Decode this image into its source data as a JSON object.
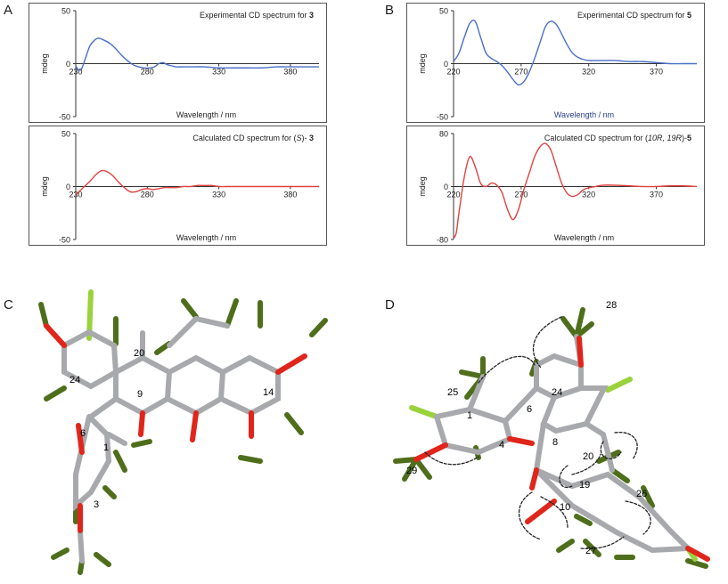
{
  "panels": {
    "A": "A",
    "B": "B",
    "C": "C",
    "D": "D"
  },
  "chart_data": [
    {
      "type": "line",
      "title": "Experimental CD spectrum for ",
      "title_bold": "3",
      "ylabel": "mdeg",
      "xlabel": "Wavelength / nm",
      "xlim": [
        230,
        400
      ],
      "ylim": [
        -50,
        50
      ],
      "xticks": [
        "230",
        "280",
        "330",
        "380"
      ],
      "xtick_values": [
        230,
        280,
        330,
        380
      ],
      "yticks": [
        "50",
        "0",
        "-50"
      ],
      "ytick_values": [
        50,
        0,
        -50
      ],
      "color": "#4a6fc9",
      "x": [
        230,
        232,
        234,
        236,
        238,
        240,
        243,
        246,
        250,
        254,
        258,
        262,
        266,
        270,
        274,
        278,
        282,
        285,
        288,
        291,
        294,
        297,
        300,
        305,
        310,
        320,
        330,
        340,
        350,
        360,
        370,
        380,
        390,
        400
      ],
      "y": [
        -2,
        -6,
        -5,
        2,
        10,
        17,
        22,
        24,
        22,
        19,
        14,
        8,
        3,
        -1,
        -3,
        -4,
        -4,
        -3,
        0,
        1,
        -1,
        -2,
        -3,
        -3,
        -3,
        -3,
        -4,
        -4,
        -4,
        -4,
        -3,
        -3,
        -3,
        -3
      ]
    },
    {
      "type": "line",
      "title": "Calculated CD spectrum for (",
      "title_italic": "S",
      "title_rest": ")- ",
      "title_bold": "3",
      "ylabel": "mdeg",
      "xlabel": "Wavelength / nm",
      "xlim": [
        230,
        400
      ],
      "ylim": [
        -50,
        50
      ],
      "xticks": [
        "230",
        "280",
        "330",
        "380"
      ],
      "xtick_values": [
        230,
        280,
        330,
        380
      ],
      "yticks": [
        "50",
        "0",
        "-50"
      ],
      "ytick_values": [
        50,
        0,
        -50
      ],
      "color": "#e0433f",
      "x": [
        230,
        233,
        236,
        240,
        244,
        248,
        252,
        256,
        260,
        264,
        268,
        272,
        276,
        280,
        284,
        288,
        292,
        296,
        300,
        305,
        310,
        315,
        320,
        325,
        330,
        335,
        340,
        350,
        360,
        370,
        380,
        390,
        400
      ],
      "y": [
        -8,
        -4,
        0,
        5,
        11,
        15,
        14,
        10,
        4,
        -1,
        -5,
        -5,
        -3,
        -2,
        -3,
        -2,
        -1,
        -1,
        -1,
        0,
        0,
        1,
        1,
        1,
        0,
        0,
        0,
        0,
        0,
        0,
        0,
        0,
        0
      ]
    },
    {
      "type": "line",
      "title": "Experimental CD spectrum for ",
      "title_bold": "5",
      "ylabel": "mdeg",
      "xlabel": "Wavelength / nm",
      "xlim": [
        220,
        400
      ],
      "ylim": [
        -50,
        50
      ],
      "xticks": [
        "220",
        "270",
        "320",
        "370"
      ],
      "xtick_values": [
        220,
        270,
        320,
        370
      ],
      "yticks": [
        "50",
        "0",
        "-50"
      ],
      "ytick_values": [
        50,
        0,
        -50
      ],
      "color": "#4a6fc9",
      "x": [
        220,
        224,
        228,
        232,
        236,
        240,
        244,
        248,
        252,
        256,
        260,
        264,
        268,
        272,
        276,
        280,
        284,
        288,
        292,
        296,
        300,
        304,
        308,
        312,
        316,
        320,
        325,
        330,
        340,
        350,
        360,
        370,
        380,
        390,
        400
      ],
      "y": [
        2,
        10,
        25,
        38,
        40,
        25,
        10,
        5,
        2,
        -2,
        -8,
        -15,
        -20,
        -17,
        -8,
        5,
        20,
        35,
        40,
        37,
        28,
        18,
        10,
        6,
        4,
        3,
        3,
        3,
        3,
        2,
        2,
        1,
        0,
        0,
        0
      ]
    },
    {
      "type": "line",
      "title": "Calculated CD spectrum for (",
      "title_italic": "10R, 19R",
      "title_rest": ")-",
      "title_bold": "5",
      "ylabel": "mdeg",
      "xlabel": "Wavelength / nm",
      "xlim": [
        220,
        400
      ],
      "ylim": [
        -80,
        80
      ],
      "xticks": [
        "220",
        "270",
        "320",
        "370"
      ],
      "xtick_values": [
        220,
        270,
        320,
        370
      ],
      "yticks": [
        "80",
        "0",
        "-80"
      ],
      "ytick_values": [
        80,
        0,
        -80
      ],
      "color": "#e0433f",
      "x": [
        220,
        222,
        224,
        228,
        232,
        236,
        240,
        244,
        248,
        252,
        256,
        260,
        264,
        268,
        272,
        276,
        280,
        284,
        288,
        292,
        296,
        300,
        304,
        308,
        312,
        316,
        320,
        325,
        330,
        340,
        350,
        360,
        370,
        380,
        390,
        400
      ],
      "y": [
        -78,
        -70,
        -40,
        15,
        45,
        30,
        5,
        0,
        5,
        2,
        -10,
        -35,
        -50,
        -35,
        -5,
        20,
        45,
        60,
        65,
        55,
        30,
        5,
        -10,
        -15,
        -12,
        -5,
        -2,
        0,
        2,
        2,
        1,
        0,
        0,
        1,
        1,
        0
      ]
    }
  ],
  "mol_c": {
    "labels": [
      "20",
      "24",
      "9",
      "14",
      "6",
      "1",
      "3"
    ],
    "colors": {
      "carbon": "#a7a9ac",
      "oxygen": "#e0251b",
      "hydrogen": "#4f6e1c",
      "chlorine": "#9ad23b"
    }
  },
  "mol_d": {
    "labels": [
      "28",
      "25",
      "24",
      "1",
      "6",
      "8",
      "4",
      "29",
      "20",
      "19",
      "26",
      "10",
      "27"
    ],
    "colors": {
      "carbon": "#a7a9ac",
      "oxygen": "#e0251b",
      "hydrogen": "#4f6e1c",
      "chlorine": "#9ad23b"
    }
  }
}
